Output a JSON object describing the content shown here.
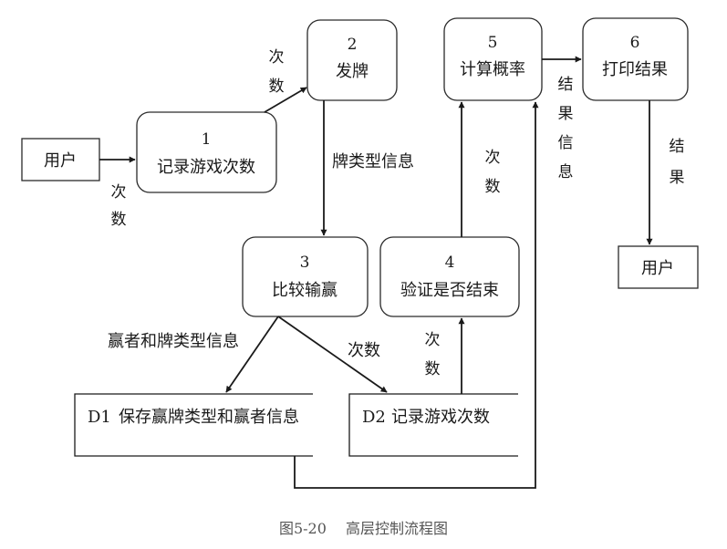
{
  "external_entities": {
    "user_left": "用户",
    "user_right": "用户"
  },
  "processes": [
    {
      "number": "1",
      "label": "记录游戏次数"
    },
    {
      "number": "2",
      "label": "发牌"
    },
    {
      "number": "3",
      "label": "比较输赢"
    },
    {
      "number": "4",
      "label": "验证是否结束"
    },
    {
      "number": "5",
      "label": "计算概率"
    },
    {
      "number": "6",
      "label": "打印结果"
    }
  ],
  "data_stores": [
    {
      "id": "D1",
      "label": "保存赢牌类型和赢者信息"
    },
    {
      "id": "D2",
      "label": "记录游戏次数"
    }
  ],
  "flow_labels": {
    "user_to_p1": [
      "次",
      "数"
    ],
    "p1_to_p2": [
      "次",
      "数"
    ],
    "p2_to_p3": "牌类型信息",
    "p3_to_d1": "赢者和牌类型信息",
    "p3_to_d2": "次数",
    "d2_to_p4": [
      "次",
      "数"
    ],
    "p4_to_p5": [
      "次",
      "数"
    ],
    "p5_to_p6": [
      "结",
      "果",
      "信",
      "息"
    ],
    "p6_to_user": [
      "结",
      "果"
    ]
  },
  "caption": "图5-20　 高层控制流程图"
}
